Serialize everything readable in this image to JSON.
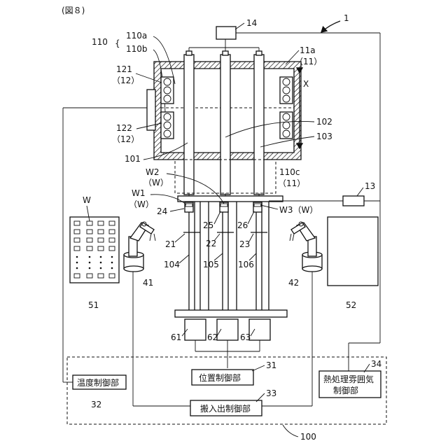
{
  "figure_label": "(図８)",
  "refs": {
    "r1": "1",
    "r14": "14",
    "r11a": "11a",
    "r11a_sub": "（11）",
    "r110": "110",
    "r110a": "110a",
    "r110b": "110b",
    "r121": "121",
    "r121_sub": "（12）",
    "r122": "122",
    "r122_sub": "（12）",
    "rX": "X",
    "r102": "102",
    "r103": "103",
    "r101": "101",
    "r110c": "110c",
    "r110c_sub": "（11）",
    "rW2": "W2",
    "rW2_sub": "（W）",
    "rW1": "W1",
    "rW1_sub": "（W）",
    "r13": "13",
    "rW3": "W3（W）",
    "rW": "W",
    "r24": "24",
    "r25": "25",
    "r26": "26",
    "r21": "21",
    "r22": "22",
    "r23": "23",
    "r104": "104",
    "r105": "105",
    "r106": "106",
    "r41": "41",
    "r42": "42",
    "r51": "51",
    "r52": "52",
    "r61": "61",
    "r62": "62",
    "r63": "63",
    "r31": "31",
    "r32": "32",
    "r33": "33",
    "r34": "34",
    "r100": "100"
  },
  "blocks": {
    "position_controller": "位置制御部",
    "temperature_controller": "温度制御部",
    "transfer_controller": "搬入出制御部",
    "atmosphere_controller_line1": "熱処理雰囲気",
    "atmosphere_controller_line2": "制御部"
  }
}
